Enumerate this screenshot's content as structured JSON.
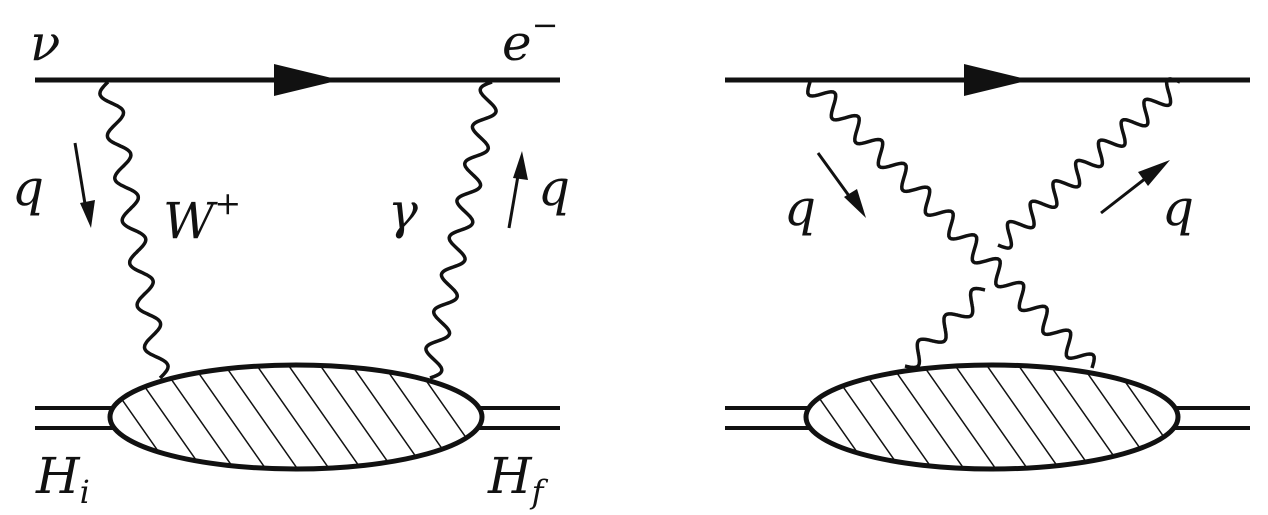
{
  "colors": {
    "ink": "#111111",
    "background": "#ffffff"
  },
  "labels": {
    "neutrino": "ν",
    "electron": "e",
    "electron_charge": "−",
    "momentum": "q",
    "w_boson": "W",
    "w_charge": "+",
    "photon": "γ",
    "hadron_initial": "H",
    "hadron_initial_sub": "i",
    "hadron_final": "H",
    "hadron_final_sub": "f"
  }
}
